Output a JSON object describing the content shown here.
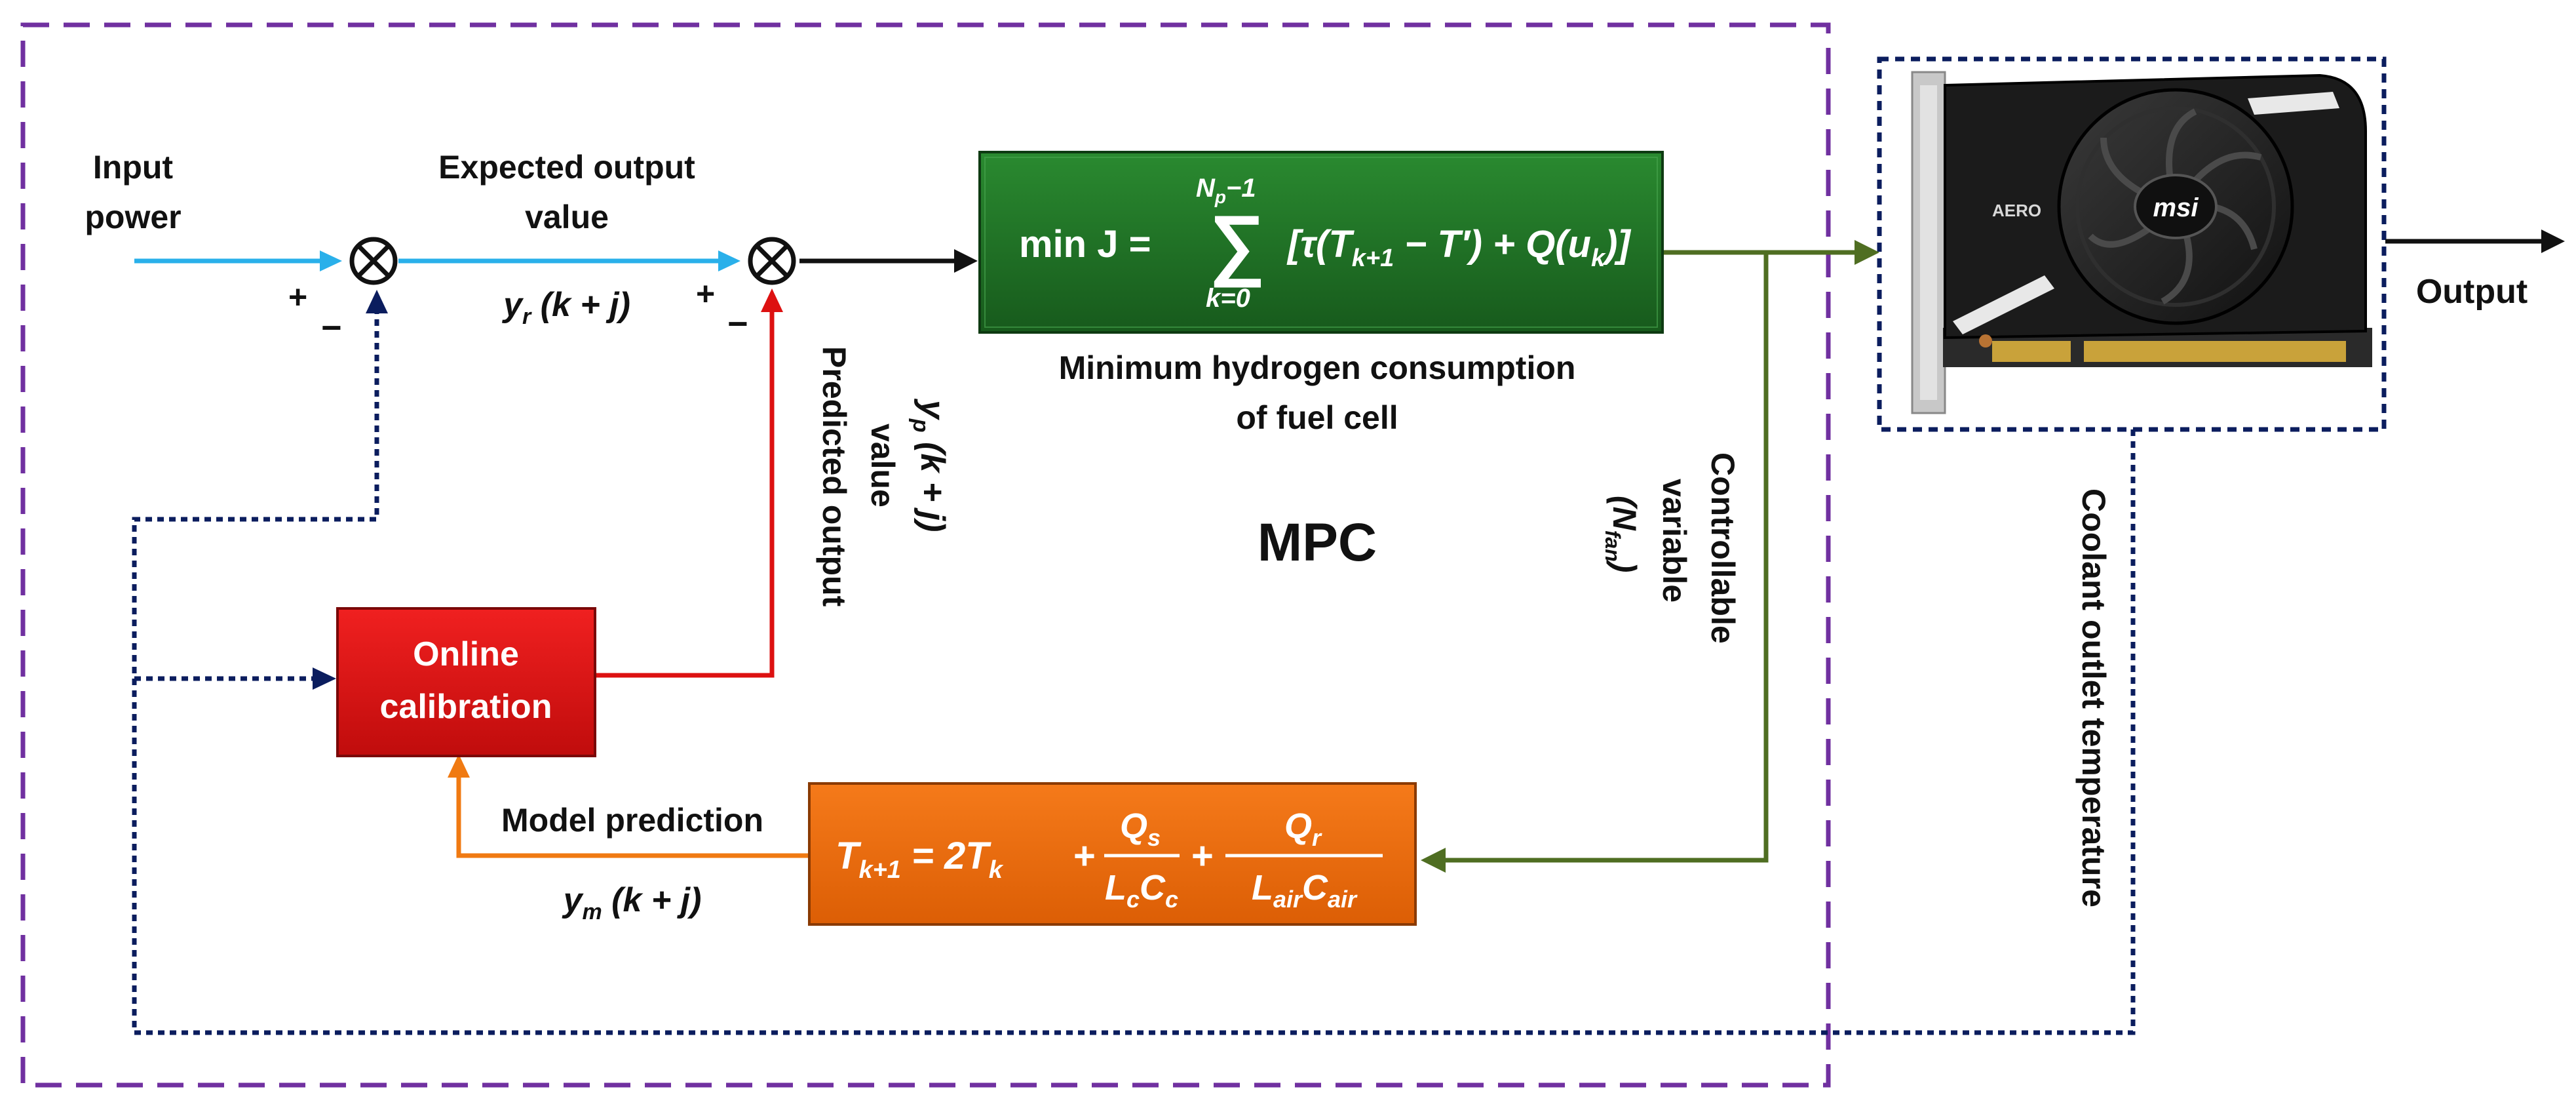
{
  "labels": {
    "input_power_1": "Input",
    "input_power_2": "power",
    "expected_1": "Expected output",
    "expected_2": "value",
    "expected_var": "y",
    "expected_sub": "r",
    "expected_arg": " (k + j)",
    "predicted_1": "Predicted output",
    "predicted_2": "value",
    "predicted_var": "y",
    "predicted_sub": "p",
    "predicted_arg": " (k + j)",
    "min_h2_1": "Minimum hydrogen consumption",
    "min_h2_2": "of fuel cell",
    "mpc": "MPC",
    "controllable_1": "Controllable",
    "controllable_2": "variable",
    "controllable_var": "(N",
    "controllable_sub": "fan",
    "controllable_close": ")",
    "output": "Output",
    "coolant": "Coolant outlet temperature",
    "model_pred": "Model prediction",
    "model_var": "y",
    "model_sub": "m",
    "model_arg": " (k + j)",
    "plus": "+",
    "minus": "−"
  },
  "boxes": {
    "online_cal_1": "Online",
    "online_cal_2": "calibration",
    "cost": {
      "prefix": "min J =",
      "sum_upper": "N",
      "sum_upper_sub": "p",
      "sum_upper_tail": "−1",
      "sum_lower": "k=0",
      "body": "[τ(T",
      "body_sub": "k+1",
      "body_tail": " − T′) + Q(u",
      "body_sub2": "k",
      "body_end": ")]"
    },
    "model": {
      "lhs": "T",
      "lhs_sub": "k+1",
      "eq": " = 2T",
      "eq_sub": "k",
      "plus1": "+",
      "f1_num": "Q",
      "f1_num_sub": "s",
      "f1_den": "L",
      "f1_den_sub1": "c",
      "f1_den_mid": "C",
      "f1_den_sub2": "c",
      "plus2": "+",
      "f2_num": "Q",
      "f2_num_sub": "r",
      "f2_den": "L",
      "f2_den_sub1": "air",
      "f2_den_mid": "C",
      "f2_den_sub2": "air"
    }
  },
  "gpu": {
    "brand": "msi",
    "series": "AERO"
  },
  "colors": {
    "mpc_border": "#7030a0",
    "feedback": "#0b1d5e",
    "input_line": "#2ab0ea",
    "predicted_line": "#dd1111",
    "model_line": "#f07a12",
    "control_line": "#4f6e22",
    "cost_box": "#1f6b24",
    "online_box": "#dd1111",
    "model_box": "#ec6a0c"
  }
}
